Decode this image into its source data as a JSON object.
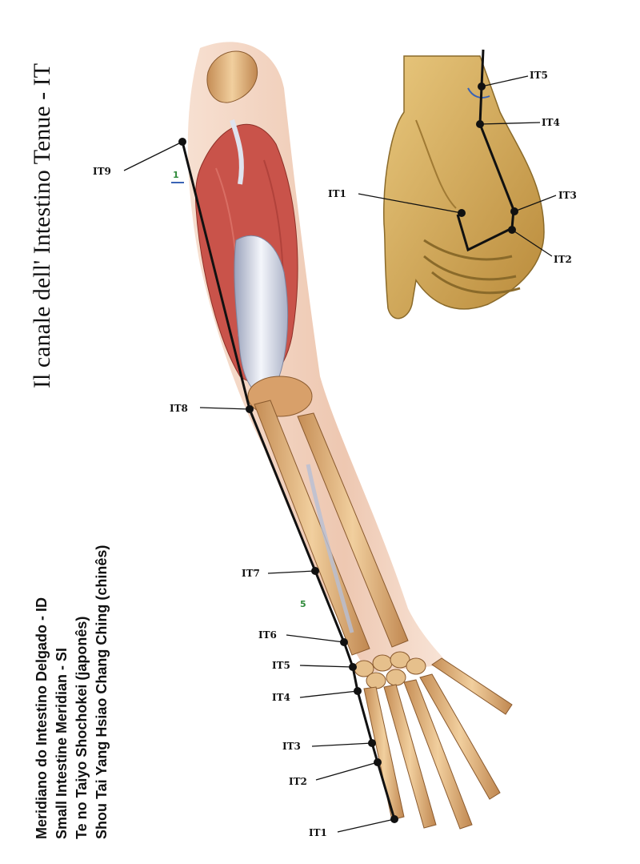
{
  "title": "Il canale dell' Intestino Tenue - IT",
  "names": [
    "Meridiano do Intestino Delgado - ID",
    "Small Intestine Meridian - SI",
    "Te no Taiyo Shochokei (japonês)",
    "Shou Tai Yang Hsiao Chang Ching (chinês)"
  ],
  "arm_points": [
    "IT9",
    "IT8",
    "IT7",
    "IT6",
    "IT5",
    "IT4",
    "IT3",
    "IT2",
    "IT1"
  ],
  "hand_points": [
    "IT5",
    "IT4",
    "IT1",
    "IT3",
    "IT2"
  ],
  "figure_marks": [
    "1",
    "5"
  ],
  "colors": {
    "skin": "#e9b99a",
    "bone": "#e2b882",
    "muscle": "#c9534a",
    "tendon": "#dfe3ee",
    "meridian": "#111111",
    "hand": "#d8b060",
    "mark_green": "#2f8a3a",
    "mark_blue": "#3a63b5"
  }
}
